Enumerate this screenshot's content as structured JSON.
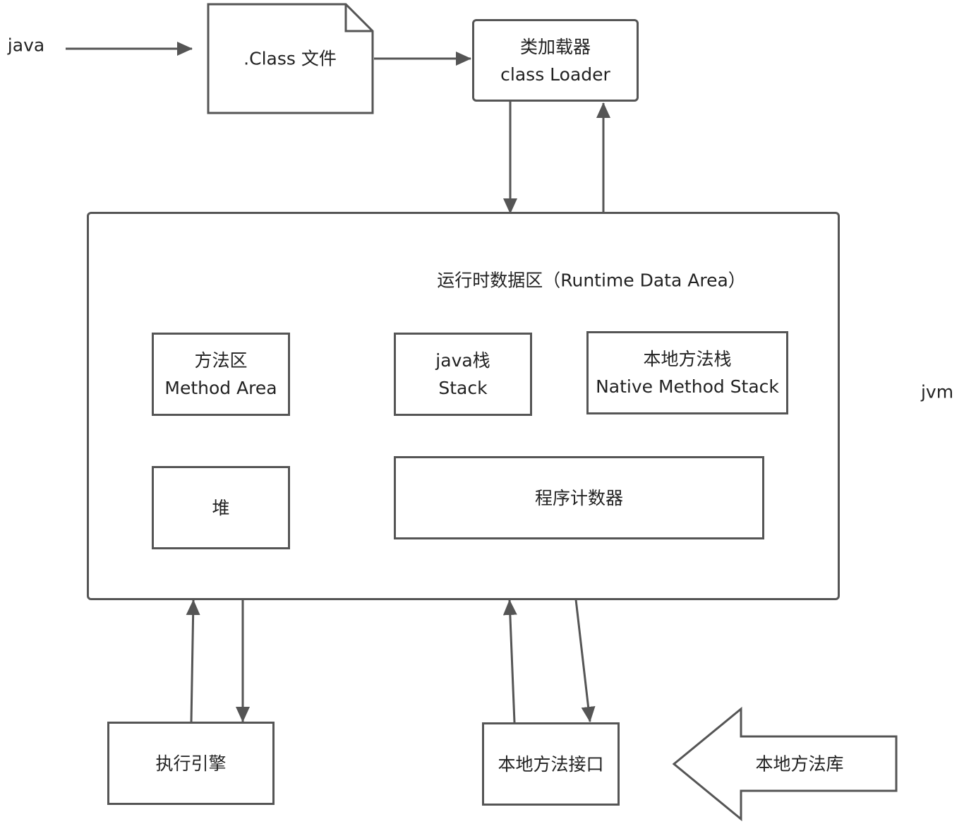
{
  "diagram": {
    "colors": {
      "stroke": "#555555",
      "text": "#222222",
      "background": "#ffffff"
    },
    "labels": {
      "java": "java",
      "jvm": "jvm",
      "runtime_data_area": "运行时数据区（Runtime Data Area）"
    },
    "nodes": {
      "class_file": {
        "text": ".Class 文件"
      },
      "class_loader": {
        "line1": "类加载器",
        "line2": "class Loader"
      },
      "method_area": {
        "line1": "方法区",
        "line2": "Method Area"
      },
      "java_stack": {
        "line1": "java栈",
        "line2": "Stack"
      },
      "native_method_stack": {
        "line1": "本地方法栈",
        "line2": "Native Method Stack"
      },
      "heap": {
        "text": "堆"
      },
      "program_counter": {
        "text": "程序计数器"
      },
      "execution_engine": {
        "text": "执行引擎"
      },
      "native_interface": {
        "text": "本地方法接口"
      },
      "native_library": {
        "text": "本地方法库"
      }
    },
    "edges": [
      {
        "from": "java",
        "to": "class_file"
      },
      {
        "from": "class_file",
        "to": "class_loader"
      },
      {
        "from": "class_loader",
        "to": "runtime_data_area"
      },
      {
        "from": "runtime_data_area",
        "to": "class_loader"
      },
      {
        "from": "execution_engine",
        "to": "runtime_data_area"
      },
      {
        "from": "runtime_data_area",
        "to": "execution_engine"
      },
      {
        "from": "native_interface",
        "to": "runtime_data_area"
      },
      {
        "from": "runtime_data_area",
        "to": "native_interface"
      },
      {
        "from": "native_library",
        "to": "native_interface"
      }
    ]
  }
}
